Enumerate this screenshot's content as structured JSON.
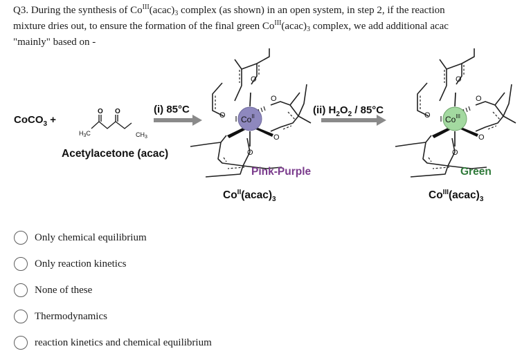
{
  "question": {
    "line1_a": "Q3. During the synthesis of Co",
    "line1_sup": "III",
    "line1_b": "(acac)",
    "line1_sub": "3",
    "line1_c": " complex (as shown) in an open system, in step 2, if the reaction",
    "line2_a": "mixture dries out, to ensure the formation of the final green Co",
    "line2_sup": "III",
    "line2_b": "(acac)",
    "line2_sub": "3",
    "line2_c": " complex, we add additional acac",
    "line3": "\"mainly\" based on -"
  },
  "figure": {
    "reactant_a": "CoCO",
    "reactant_a_sub": "3",
    "reactant_a_plus": " +",
    "reactant_b_name": "Acetylacetone (acac)",
    "acac_oxygen": "O",
    "acac_h3c_a": "H",
    "acac_h3c_sub": "3",
    "acac_h3c_b": "C",
    "acac_ch3_a": "CH",
    "acac_ch3_sub": "3",
    "step1": "(i) 85°C",
    "step2_a": "(ii) H",
    "step2_sub1": "2",
    "step2_b": "O",
    "step2_sub2": "2",
    "step2_c": " / 85°C",
    "complex1_metal": "Co",
    "complex1_ox": "II",
    "complex1_color": "Pink-Purple",
    "complex1_name_a": "Co",
    "complex1_name_sup": "II",
    "complex1_name_b": "(acac)",
    "complex1_name_sub": "3",
    "complex2_metal": "Co",
    "complex2_ox": "III",
    "complex2_color": "Green",
    "complex2_name_a": "Co",
    "complex2_name_sup": "III",
    "complex2_name_b": "(acac)",
    "complex2_name_sub": "3",
    "ligand_oxygen": "O",
    "colors": {
      "co2_fill": "#8e88be",
      "co3_fill": "#a3d9a0",
      "pink_purple_text": "#7a3b8c",
      "green_text": "#2f7a3a",
      "arrow": "#8a8a8a"
    }
  },
  "options": [
    {
      "label": "Only chemical equilibrium"
    },
    {
      "label": "Only reaction kinetics"
    },
    {
      "label": "None of these"
    },
    {
      "label": "Thermodynamics"
    },
    {
      "label": "reaction kinetics and chemical equilibrium"
    }
  ]
}
